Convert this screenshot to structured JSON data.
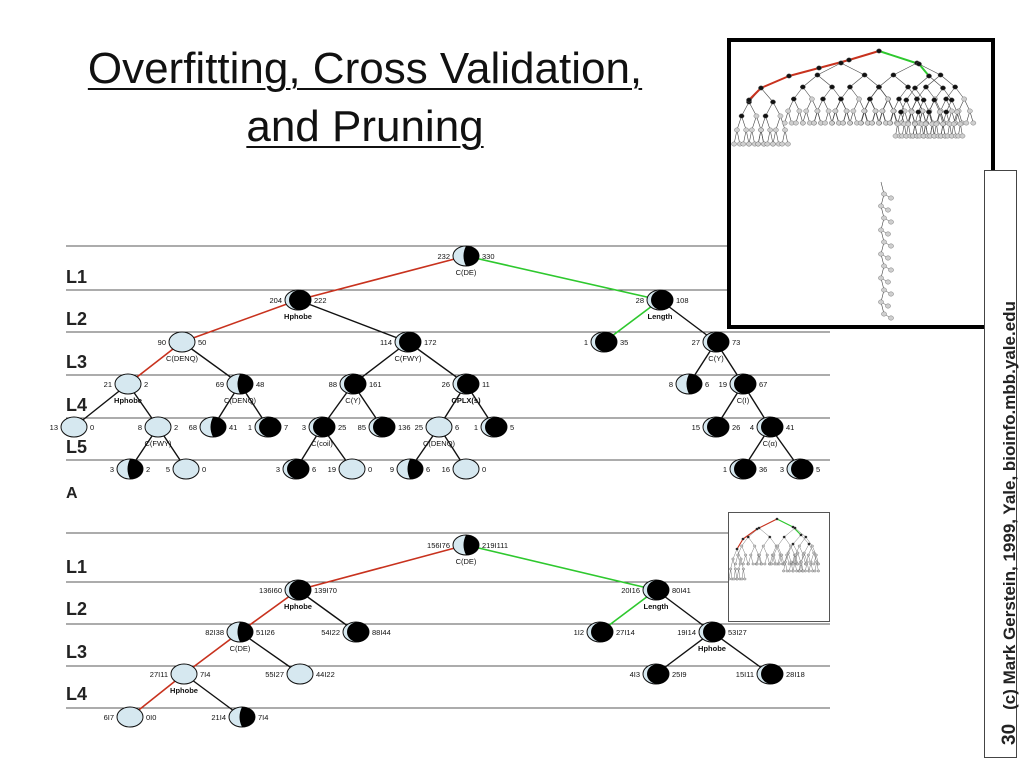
{
  "slide": {
    "title_line1": "Overfitting, Cross Validation,",
    "title_line2": "and Pruning",
    "page_number": "30",
    "credit": "(c) Mark Gerstein, 1999, Yale, bioinfo.mbb.yale.edu"
  },
  "colors": {
    "red_path": "#c8321e",
    "green_path": "#2ec82e",
    "node_fill": "#d6e8f0"
  },
  "diagram_a": {
    "panel_label": "A",
    "level_labels": [
      "L1",
      "L2",
      "L3",
      "L4",
      "L5"
    ],
    "nodes": [
      {
        "id": "a_root",
        "left": "232",
        "right": "330",
        "label": "C(DE)",
        "fill": "half"
      },
      {
        "id": "a_hph",
        "left": "204",
        "right": "222",
        "label": "Hphobe",
        "fill": "full"
      },
      {
        "id": "a_len",
        "left": "28",
        "right": "108",
        "label": "Length",
        "fill": "full"
      },
      {
        "id": "a_denq",
        "left": "90",
        "right": "50",
        "label": "C(DENQ)",
        "fill": "none"
      },
      {
        "id": "a_fwy",
        "left": "114",
        "right": "172",
        "label": "C(FWY)",
        "fill": "full"
      },
      {
        "id": "a_1_35",
        "left": "1",
        "right": "35",
        "label": "",
        "fill": "full"
      },
      {
        "id": "a_27_73",
        "left": "27",
        "right": "73",
        "label": "C(Y)",
        "fill": "full"
      },
      {
        "id": "a_21_2",
        "left": "21",
        "right": "2",
        "label": "Hphobe",
        "fill": "none"
      },
      {
        "id": "a_69_48",
        "left": "69",
        "right": "48",
        "label": "C(DENQ)",
        "fill": "half"
      },
      {
        "id": "a_88_161",
        "left": "88",
        "right": "161",
        "label": "C(Y)",
        "fill": "full"
      },
      {
        "id": "a_26_11",
        "left": "26",
        "right": "11",
        "label": "CPLX(s)",
        "fill": "full"
      },
      {
        "id": "a_8_6",
        "left": "8",
        "right": "6",
        "label": "",
        "fill": "half"
      },
      {
        "id": "a_19_67",
        "left": "19",
        "right": "67",
        "label": "C(I)",
        "fill": "full"
      },
      {
        "id": "a_13_0",
        "left": "13",
        "right": "0",
        "label": "",
        "fill": "none"
      },
      {
        "id": "a_8_2",
        "left": "8",
        "right": "2",
        "label": "C(FWY)",
        "fill": "none"
      },
      {
        "id": "a_68_41",
        "left": "68",
        "right": "41",
        "label": "",
        "fill": "half"
      },
      {
        "id": "a_1_7",
        "left": "1",
        "right": "7",
        "label": "",
        "fill": "full"
      },
      {
        "id": "a_3_25",
        "left": "3",
        "right": "25",
        "label": "C(coil)",
        "fill": "full"
      },
      {
        "id": "a_85_136",
        "left": "85",
        "right": "136",
        "label": "",
        "fill": "full"
      },
      {
        "id": "a_25_6",
        "left": "25",
        "right": "6",
        "label": "C(DENQ)",
        "fill": "none"
      },
      {
        "id": "a_1_5",
        "left": "1",
        "right": "5",
        "label": "",
        "fill": "full"
      },
      {
        "id": "a_15_26",
        "left": "15",
        "right": "26",
        "label": "",
        "fill": "full"
      },
      {
        "id": "a_4_41",
        "left": "4",
        "right": "41",
        "label": "C(α)",
        "fill": "full"
      },
      {
        "id": "a_3_2",
        "left": "3",
        "right": "2",
        "label": "",
        "fill": "half"
      },
      {
        "id": "a_5_0",
        "left": "5",
        "right": "0",
        "label": "",
        "fill": "none"
      },
      {
        "id": "a_3_6",
        "left": "3",
        "right": "6",
        "label": "",
        "fill": "full"
      },
      {
        "id": "a_19_0",
        "left": "19",
        "right": "0",
        "label": "",
        "fill": "none"
      },
      {
        "id": "a_9_6",
        "left": "9",
        "right": "6",
        "label": "",
        "fill": "half"
      },
      {
        "id": "a_16_0",
        "left": "16",
        "right": "0",
        "label": "",
        "fill": "none"
      },
      {
        "id": "a_1_36",
        "left": "1",
        "right": "36",
        "label": "",
        "fill": "full"
      },
      {
        "id": "a_3_5",
        "left": "3",
        "right": "5",
        "label": "",
        "fill": "full"
      }
    ]
  },
  "diagram_b": {
    "level_labels": [
      "L1",
      "L2",
      "L3",
      "L4"
    ],
    "nodes": [
      {
        "id": "b_root",
        "left": "156I76",
        "right": "219I111",
        "label": "C(DE)",
        "fill": "half"
      },
      {
        "id": "b_hph",
        "left": "136I60",
        "right": "139I70",
        "label": "Hphobe",
        "fill": "full"
      },
      {
        "id": "b_len",
        "left": "20I16",
        "right": "80I41",
        "label": "Length",
        "fill": "full"
      },
      {
        "id": "b_de",
        "left": "82I38",
        "right": "51I26",
        "label": "C(DE)",
        "fill": "half"
      },
      {
        "id": "b_54_88",
        "left": "54I22",
        "right": "88I44",
        "label": "",
        "fill": "full"
      },
      {
        "id": "b_1_27",
        "left": "1I2",
        "right": "27I14",
        "label": "",
        "fill": "full"
      },
      {
        "id": "b_19_53",
        "left": "19I14",
        "right": "53I27",
        "label": "Hphobe",
        "fill": "full"
      },
      {
        "id": "b_27_7",
        "left": "27I11",
        "right": "7I4",
        "label": "Hphobe",
        "fill": "none"
      },
      {
        "id": "b_55_44",
        "left": "55I27",
        "right": "44I22",
        "label": "",
        "fill": "none"
      },
      {
        "id": "b_4_25",
        "left": "4I3",
        "right": "25I9",
        "label": "",
        "fill": "full"
      },
      {
        "id": "b_15_28",
        "left": "15I11",
        "right": "28I18",
        "label": "",
        "fill": "full"
      },
      {
        "id": "b_6_0",
        "left": "6I7",
        "right": "0I0",
        "label": "",
        "fill": "none"
      },
      {
        "id": "b_21_7",
        "left": "21I4",
        "right": "7I4",
        "label": "",
        "fill": "half"
      }
    ]
  }
}
